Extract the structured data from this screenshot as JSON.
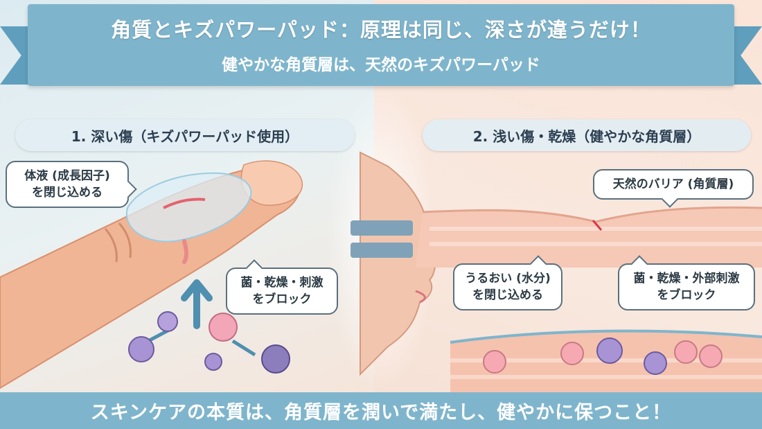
{
  "header": {
    "title": "角質とキズパワーパッド：原理は同じ、深さが違うだけ！",
    "subtitle": "健やかな角質層は、天然のキズパワーパッド"
  },
  "left_panel": {
    "label": "1. 深い傷（キズパワーパッド使用）",
    "bubble_seal": "体液 (成長因子)\nを閉じ込める",
    "bubble_block": "菌・乾燥・刺激\nをブロック"
  },
  "right_panel": {
    "label": "2. 浅い傷・乾燥（健やかな角質層）",
    "bubble_barrier": "天然のバリア (角質層)",
    "bubble_moisture": "うるおい (水分)\nを閉じ込める",
    "bubble_block": "菌・乾燥・外部刺激\nをブロック"
  },
  "footer": {
    "message": "スキンケアの本質は、角質層を潤いで満たし、健やかに保つこと！"
  },
  "colors": {
    "banner": "#7fb5cc",
    "ribbon_tail": "#5f9fbd",
    "skin": "#f0b594",
    "skin_layer": "#f6c8b6",
    "germ_purple": "#a894d4",
    "germ_pink": "#f2a6b8"
  },
  "icons": [
    "finger-illustration",
    "hydrocolloid-pad",
    "face-profile",
    "skin-layer-illustration",
    "germ-character",
    "up-arrow-icon",
    "equals-icon"
  ]
}
